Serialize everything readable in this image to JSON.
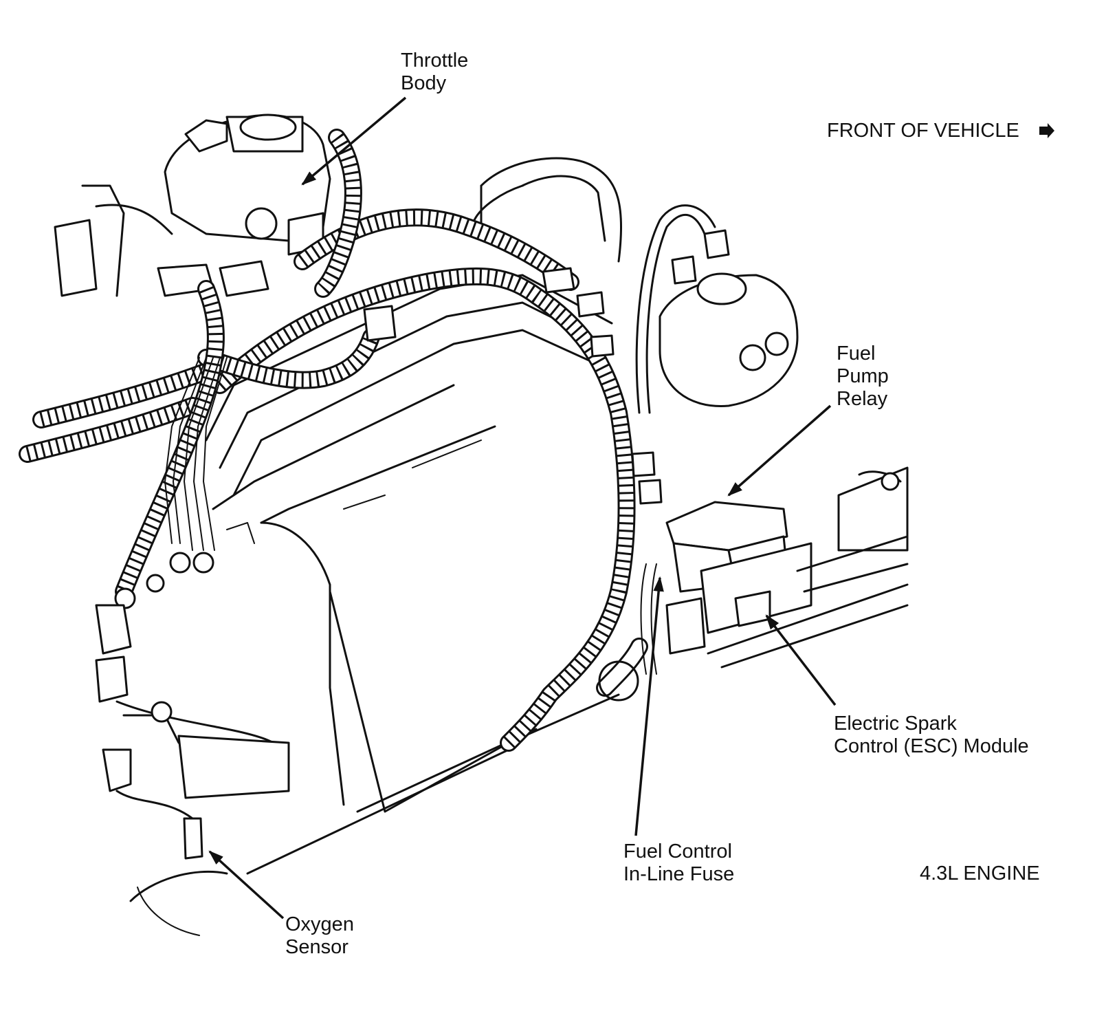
{
  "labels": {
    "throttle_body": [
      "Throttle",
      "Body"
    ],
    "front_of_vehicle": "FRONT OF VEHICLE",
    "fuel_pump_relay": [
      "Fuel",
      "Pump",
      "Relay"
    ],
    "esc_module": [
      "Electric Spark",
      "Control (ESC) Module"
    ],
    "fuel_control_fuse": [
      "Fuel Control",
      "In-Line Fuse"
    ],
    "engine": "4.3L ENGINE",
    "oxygen_sensor": [
      "Oxygen",
      "Sensor"
    ]
  },
  "colors": {
    "ink": "#111111",
    "paper": "#ffffff"
  },
  "icons": {
    "front_arrow": "right-pointing-arrow-icon"
  }
}
